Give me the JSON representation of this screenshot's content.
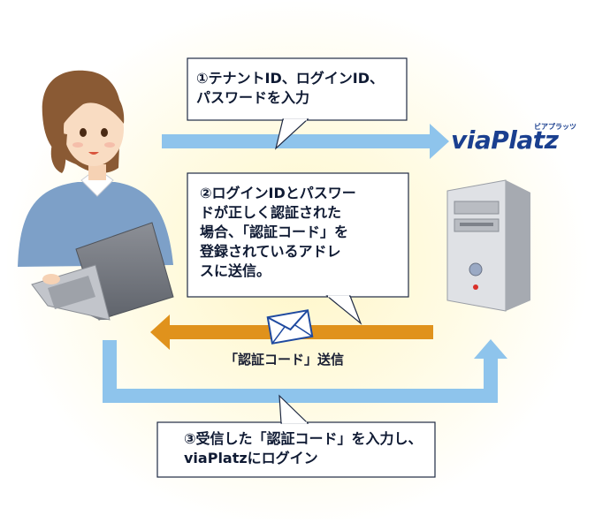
{
  "steps": {
    "step1": "①テナントID、ログインID、\nパスワードを入力",
    "step2": "②ログインIDとパスワー\nドが正しく認証された\n場合、「認証コード」を\n登録されているアドレ\nスに送信。",
    "step3": "③受信した「認証コード」を入力し、\nviaPlatzにログイン"
  },
  "brand": {
    "name": "viaPlatz",
    "kana": "ビアプラッツ"
  },
  "mail_label": "「認証コード」送信",
  "colors": {
    "arrow_blue": "#8ec4ec",
    "arrow_orange": "#e0921c",
    "callout_border": "#1f2a44",
    "glow": "#fff3b8"
  }
}
